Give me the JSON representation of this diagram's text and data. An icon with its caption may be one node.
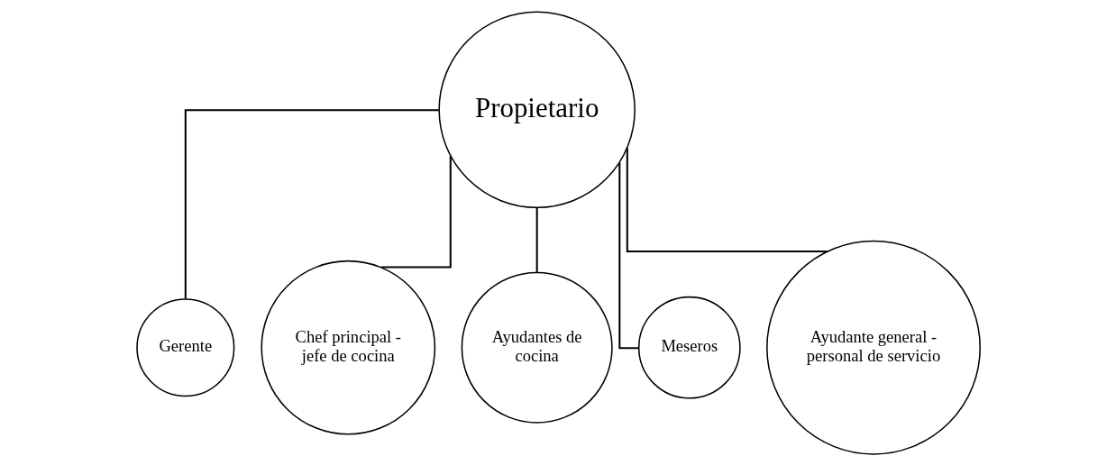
{
  "diagram": {
    "nodes": [
      {
        "text": [
          "Propietario"
        ]
      },
      {
        "text": [
          "Gerente"
        ]
      },
      {
        "text": [
          "Chef principal - jefe de cocina"
        ]
      },
      {
        "text": [
          "Ayudantes de cocina"
        ]
      },
      {
        "text": [
          "Meseros"
        ]
      },
      {
        "text": [
          "Ayudante general - personal de servicio"
        ]
      }
    ],
    "edges": [
      {
        "from": 0,
        "to": 1,
        "arrow": "none"
      },
      {
        "from": 0,
        "to": 2,
        "arrow": "none"
      },
      {
        "from": 0,
        "to": 3,
        "arrow": "none"
      },
      {
        "from": 0,
        "to": 4,
        "arrow": "none"
      },
      {
        "from": 0,
        "to": 5,
        "arrow": "none"
      }
    ]
  }
}
